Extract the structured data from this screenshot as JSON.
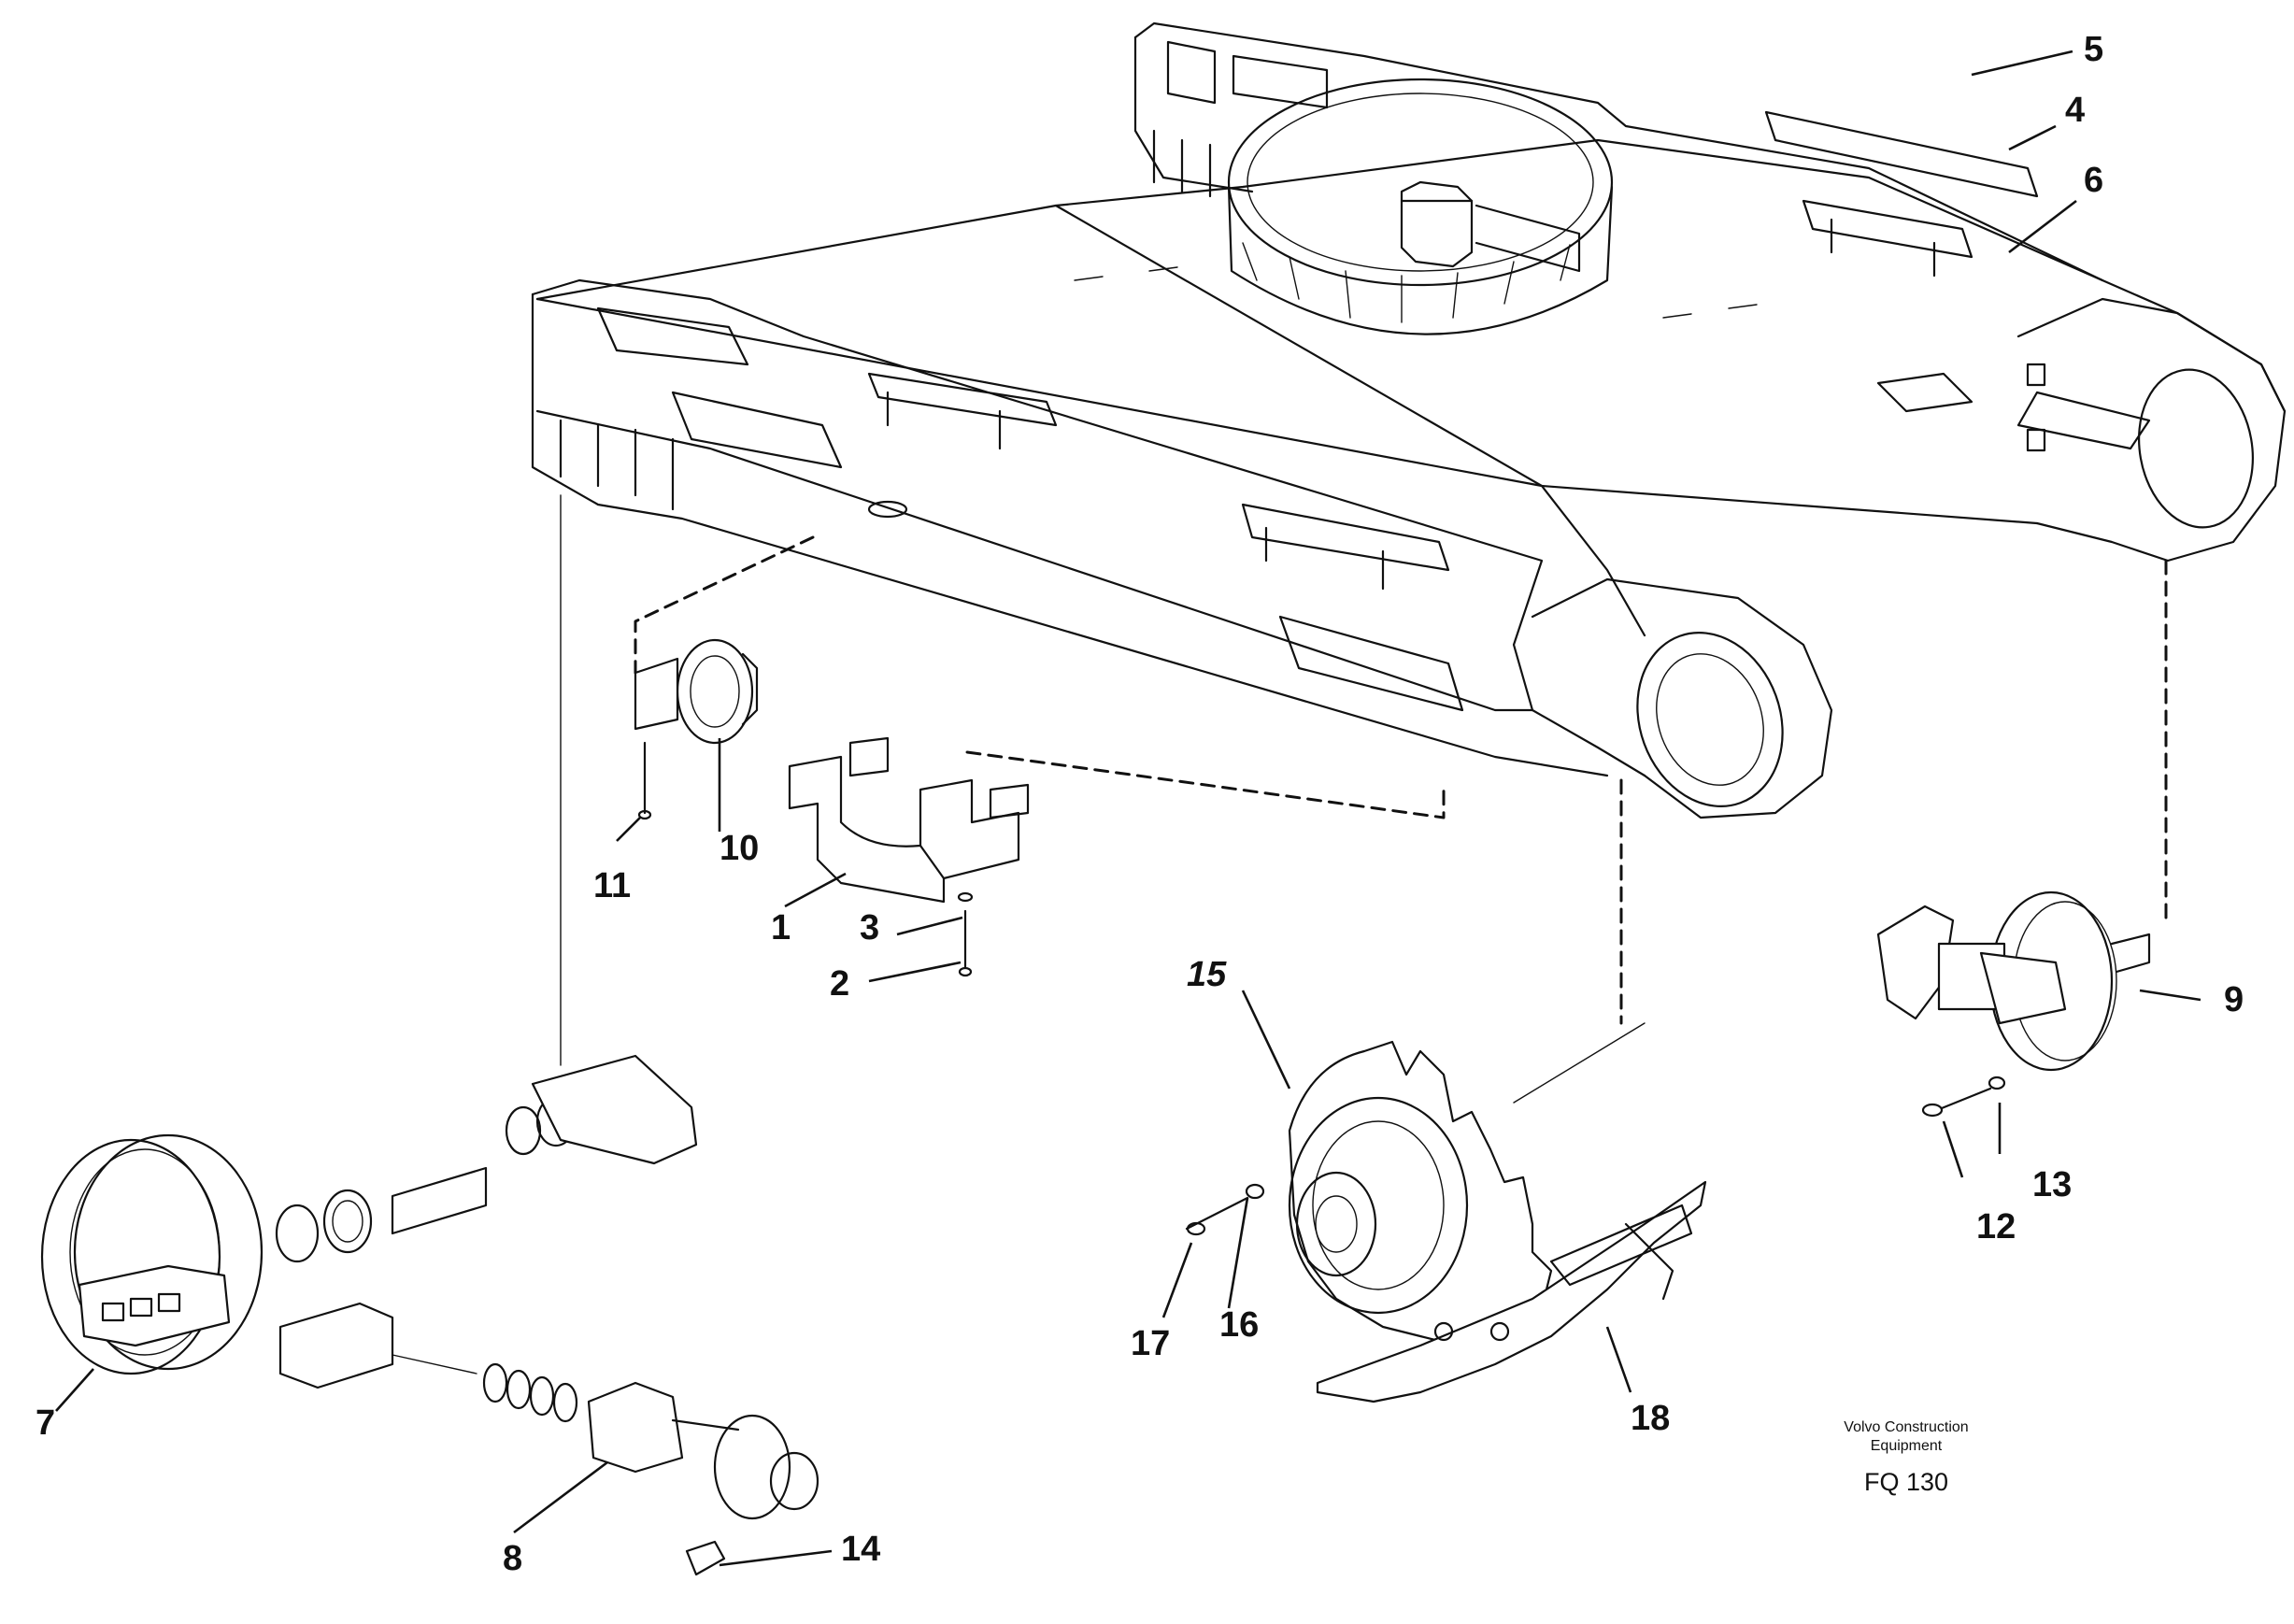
{
  "callouts": {
    "c1": "1",
    "c2": "2",
    "c3": "3",
    "c4": "4",
    "c5": "5",
    "c6": "6",
    "c7": "7",
    "c8": "8",
    "c9": "9",
    "c10": "10",
    "c11": "11",
    "c12": "12",
    "c13": "13",
    "c14": "14",
    "c15": "15",
    "c16": "16",
    "c17": "17",
    "c18": "18"
  },
  "footer": {
    "company_line1": "Volvo Construction",
    "company_line2": "Equipment",
    "figure_code": "FQ 130"
  }
}
